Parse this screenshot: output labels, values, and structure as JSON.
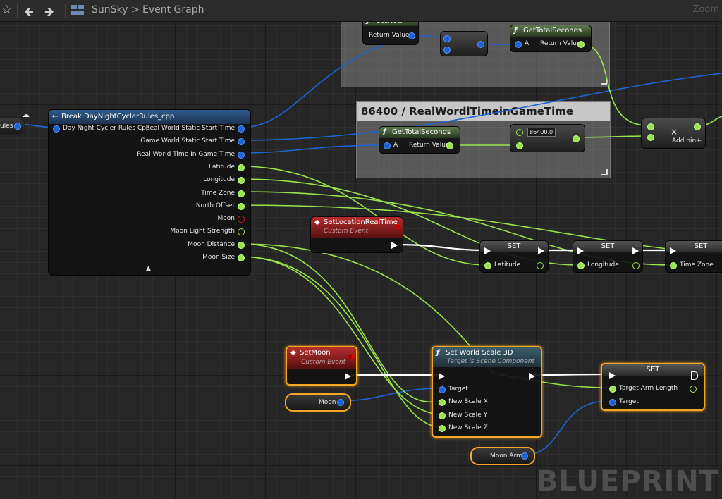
{
  "toolbar": {
    "breadcrumb_root": "SunSky",
    "breadcrumb_sep": ">",
    "breadcrumb_leaf": "Event Graph",
    "zoom_label": "Zoom",
    "star_icon": "★",
    "back_icon": "◆",
    "forward_icon": "➡"
  },
  "comments": {
    "top_title": "",
    "mid_title": "86400 / RealWordlTimeinGameTime"
  },
  "nodes": {
    "reroute_left_label": "ules",
    "break": {
      "title": "Break DayNightCyclerRules_cpp",
      "input": "Day Night Cycler Rules Cpp",
      "outputs": [
        "Real World Static Start Time",
        "Game World Static Start Time",
        "Real World Time In Game Time",
        "Latitude",
        "Longitude",
        "Time Zone",
        "North Offset",
        "Moon",
        "Moon Light Strength",
        "Moon Distance",
        "Moon Size"
      ]
    },
    "utcnow": {
      "title": "UtcNow",
      "ret": "Return Value"
    },
    "minus": {
      "label": "-"
    },
    "gts1": {
      "title": "GetTotalSeconds",
      "a": "A",
      "ret": "Return Value"
    },
    "gts2": {
      "title": "GetTotalSeconds",
      "a": "A",
      "ret": "Return Value"
    },
    "div": {
      "value": "86400.0"
    },
    "mult": {
      "label": "×",
      "addpin": "Add pin"
    },
    "setloc": {
      "title": "SetLocationRealTime",
      "sub": "Custom Event"
    },
    "set1": {
      "title": "SET",
      "pin": "Latitude"
    },
    "set2": {
      "title": "SET",
      "pin": "Longitude"
    },
    "set3": {
      "title": "SET",
      "pin": "Time Zone"
    },
    "setmoon": {
      "title": "SetMoon",
      "sub": "Custom Event"
    },
    "wscale": {
      "title": "Set World Scale 3D",
      "sub": "Target is Scene Component",
      "pins": [
        "Target",
        "New Scale X",
        "New Scale Y",
        "New Scale Z"
      ]
    },
    "setarm": {
      "title": "SET",
      "pins": [
        "Target Arm Length",
        "Target"
      ]
    },
    "moon_var": "Moon",
    "moonarm_var": "Moon Arm"
  },
  "watermark": "BLUEPRINT"
}
